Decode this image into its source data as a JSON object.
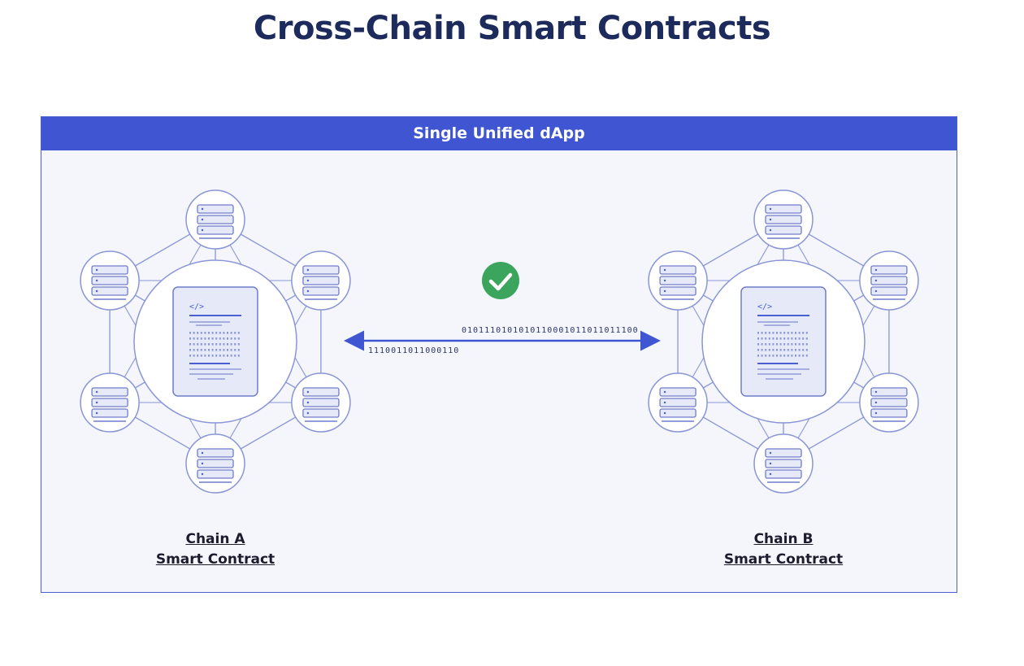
{
  "title": "Cross-Chain Smart Contracts",
  "frame": {
    "header": "Single Unified dApp"
  },
  "chains": [
    {
      "label_line1": "Chain A",
      "label_line2": "Smart Contract"
    },
    {
      "label_line1": "Chain B",
      "label_line2": "Smart Contract"
    }
  ],
  "transfer": {
    "bits_top": "0101110101010110001011011011100",
    "bits_bottom": "1110011011000110",
    "status_icon": "check-circle-icon"
  },
  "code_card": {
    "tag": "</>"
  },
  "colors": {
    "title": "#1c2a5c",
    "accent": "#3f55d1",
    "node_stroke": "#8a96d6",
    "success": "#3ba55d"
  }
}
